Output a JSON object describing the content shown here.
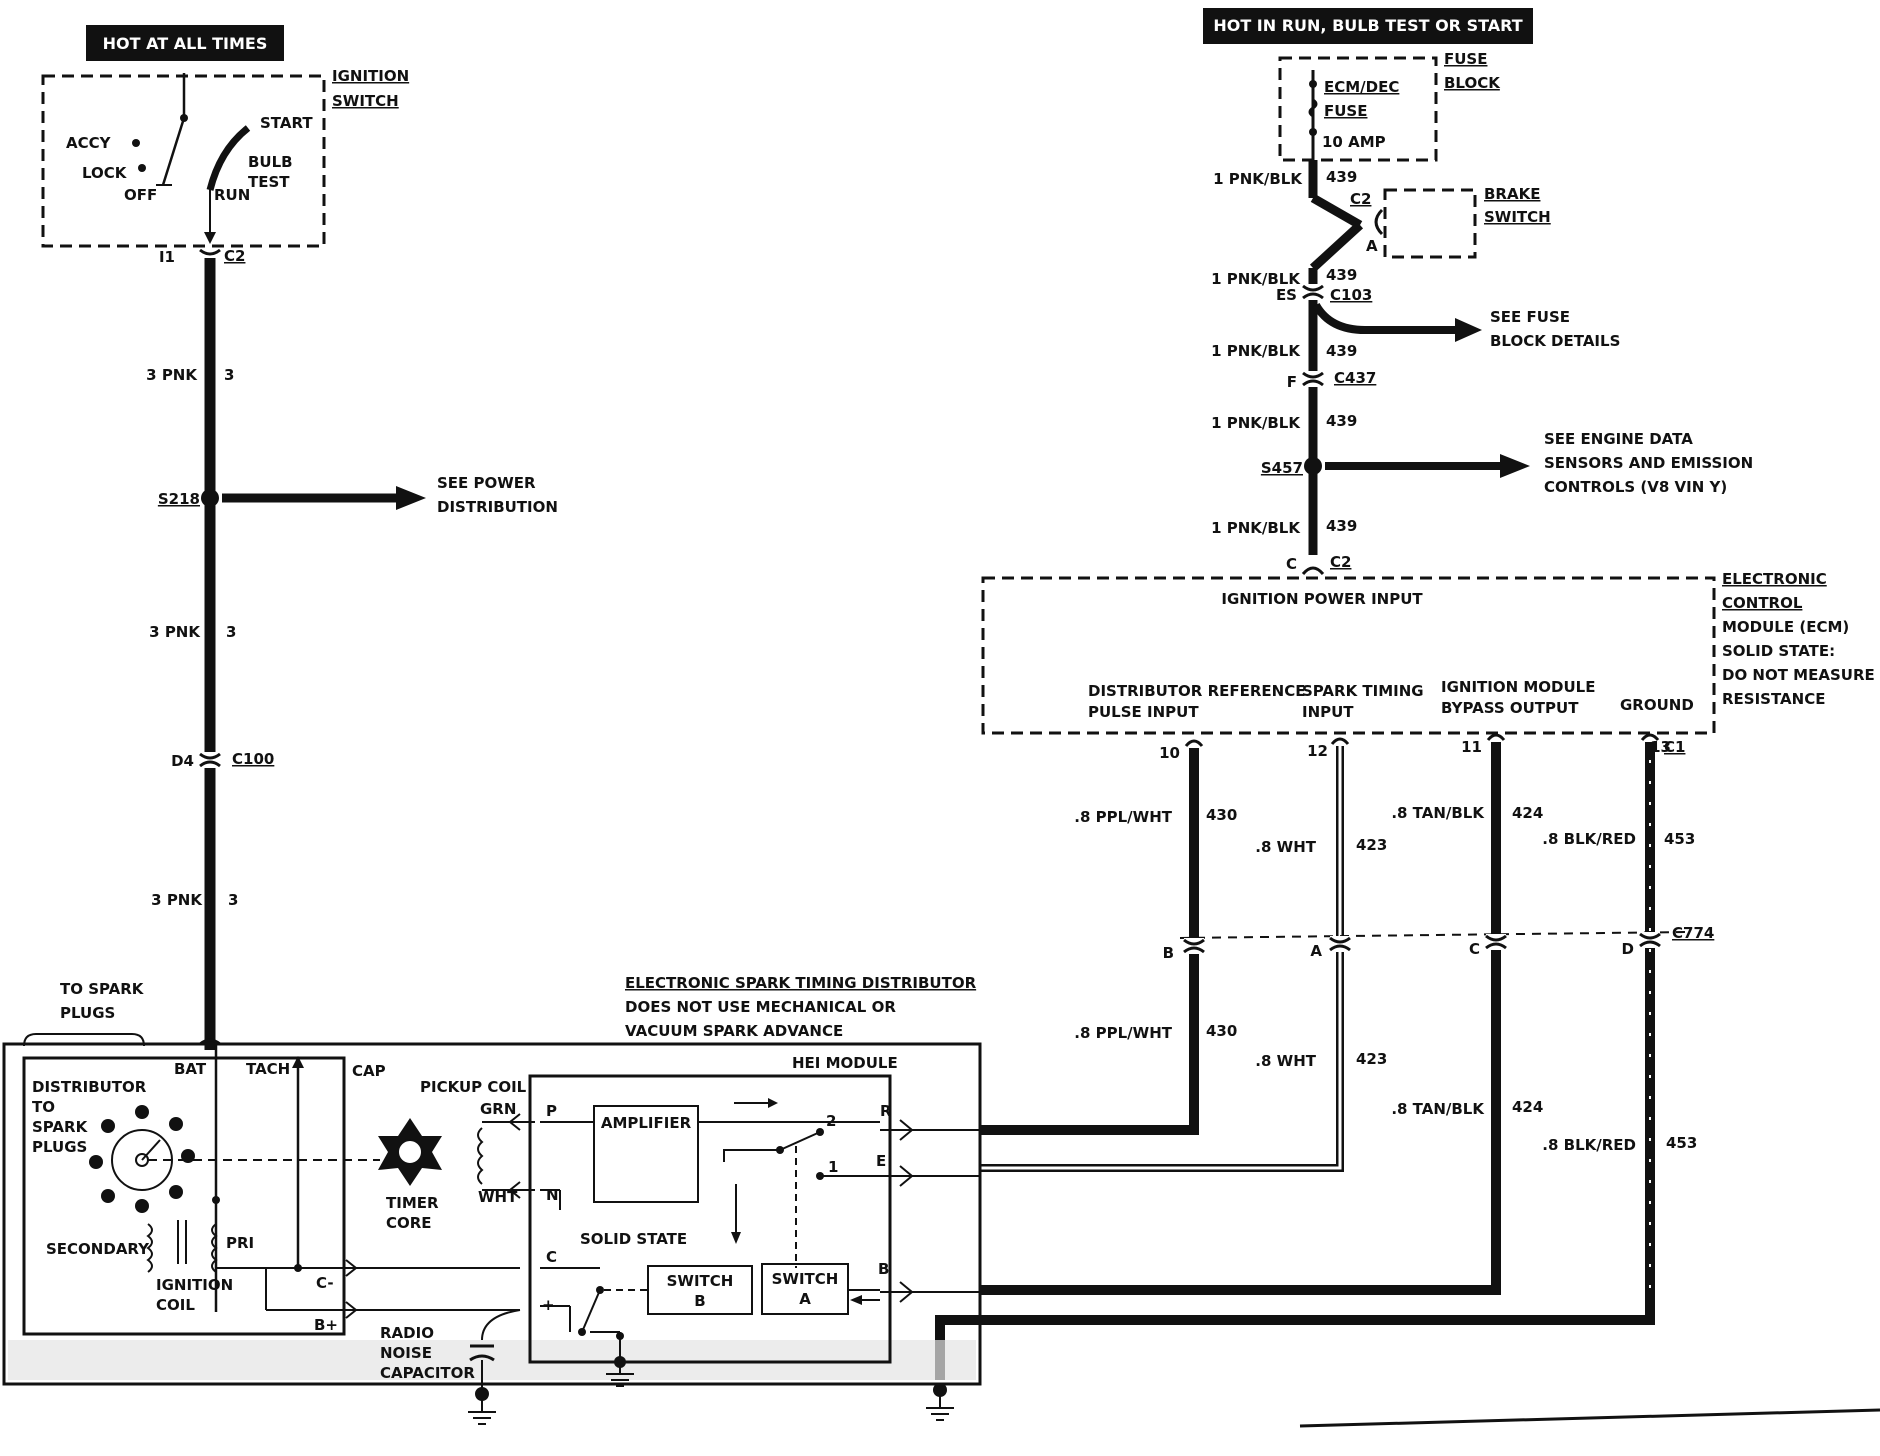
{
  "top_left": {
    "header": "HOT AT ALL TIMES",
    "ignition_switch": [
      "IGNITION",
      "SWITCH"
    ],
    "positions": {
      "accy": "ACCY",
      "lock": "LOCK",
      "off": "OFF",
      "run": "RUN",
      "start": "START",
      "bulb": "BULB",
      "test": "TEST"
    },
    "terminal": "I1",
    "connector": "C2"
  },
  "left_wire": {
    "label1": "3 PNK",
    "circuit1": "3",
    "splice": "S218",
    "splice_note": [
      "SEE POWER",
      "DISTRIBUTION"
    ],
    "label2": "3 PNK",
    "circuit2": "3",
    "conn_pin": "D4",
    "conn": "C100",
    "label3": "3 PNK",
    "circuit3": "3"
  },
  "top_right": {
    "header": "HOT IN RUN,  BULB TEST OR START",
    "fuse": [
      "ECM/DEC",
      "FUSE"
    ],
    "fuse_rating": "10 AMP",
    "fuse_block": [
      "FUSE",
      "BLOCK"
    ],
    "brake_switch": [
      "BRAKE",
      "SWITCH"
    ],
    "brake_conn": "C2",
    "brake_pin": "A",
    "wires": [
      {
        "label": "1 PNK/BLK",
        "circuit": "439"
      },
      {
        "label": "1 PNK/BLK",
        "circuit": "439"
      },
      {
        "label": "1 PNK/BLK",
        "circuit": "439"
      },
      {
        "label": "1 PNK/BLK",
        "circuit": "439"
      },
      {
        "label": "1 PNK/BLK",
        "circuit": "439"
      }
    ],
    "c103_pin": "ES",
    "c103": "C103",
    "fuse_details": [
      "SEE FUSE",
      "BLOCK DETAILS"
    ],
    "c437_pin": "F",
    "c437": "C437",
    "splice": "S457",
    "engine_note": [
      "SEE ENGINE DATA",
      "SENSORS AND EMISSION",
      "CONTROLS (V8 VIN Y)"
    ],
    "ecm_pin": "C",
    "ecm_conn": "C2"
  },
  "ecm": {
    "power_input": "IGNITION POWER INPUT",
    "title": [
      "ELECTRONIC",
      "CONTROL",
      "MODULE (ECM)"
    ],
    "notes": [
      "SOLID STATE:",
      "DO NOT MEASURE",
      "RESISTANCE"
    ],
    "inputs": [
      {
        "line1": "DISTRIBUTOR REFERENCE",
        "line2": "PULSE INPUT",
        "pin": "10"
      },
      {
        "line1": "SPARK TIMING",
        "line2": "INPUT",
        "pin": "12"
      },
      {
        "line1": "IGNITION MODULE",
        "line2": "BYPASS OUTPUT",
        "pin": "11"
      },
      {
        "line1": "GROUND",
        "line2": "",
        "pin": "13"
      }
    ],
    "connector": "C1"
  },
  "ecm_wires": [
    {
      "label": ".8 PPL/WHT",
      "circuit": "430",
      "c774_pin": "B",
      "label_b": ".8 PPL/WHT",
      "circuit_b": "430"
    },
    {
      "label": ".8 WHT",
      "circuit": "423",
      "c774_pin": "A",
      "label_b": ".8 WHT",
      "circuit_b": "423"
    },
    {
      "label": ".8 TAN/BLK",
      "circuit": "424",
      "c774_pin": "C",
      "label_b": ".8 TAN/BLK",
      "circuit_b": "424"
    },
    {
      "label": ".8 BLK/RED",
      "circuit": "453",
      "c774_pin": "D",
      "label_b": ".8 BLK/RED",
      "circuit_b": "453"
    }
  ],
  "c774": "C774",
  "distributor": {
    "title": "ELECTRONIC SPARK TIMING DISTRIBUTOR",
    "subtitle": [
      "DOES NOT USE MECHANICAL OR",
      "VACUUM SPARK ADVANCE"
    ],
    "to_spark": [
      "TO SPARK",
      "PLUGS"
    ],
    "dist_label": [
      "DISTRIBUTOR",
      "TO",
      "SPARK",
      "PLUGS"
    ],
    "bat": "BAT",
    "tach": "TACH",
    "cap": "CAP",
    "secondary": "SECONDARY",
    "pri": "PRI",
    "coil": [
      "IGNITION",
      "COIL"
    ],
    "c_minus": "C-",
    "b_plus": "B+",
    "pickup": "PICKUP COIL",
    "grn": "GRN",
    "wht": "WHT",
    "timer": [
      "TIMER",
      "CORE"
    ],
    "hei": "HEI MODULE",
    "amplifier": "AMPLIFIER",
    "solid_state": "SOLID STATE",
    "switch_b": [
      "SWITCH",
      "B"
    ],
    "switch_a": [
      "SWITCH",
      "A"
    ],
    "terms": {
      "p": "P",
      "n": "N",
      "c": "C",
      "plus": "+",
      "r": "R",
      "e": "E",
      "b": "B",
      "two": "2",
      "one": "1"
    },
    "radio": [
      "RADIO",
      "NOISE",
      "CAPACITOR"
    ]
  }
}
